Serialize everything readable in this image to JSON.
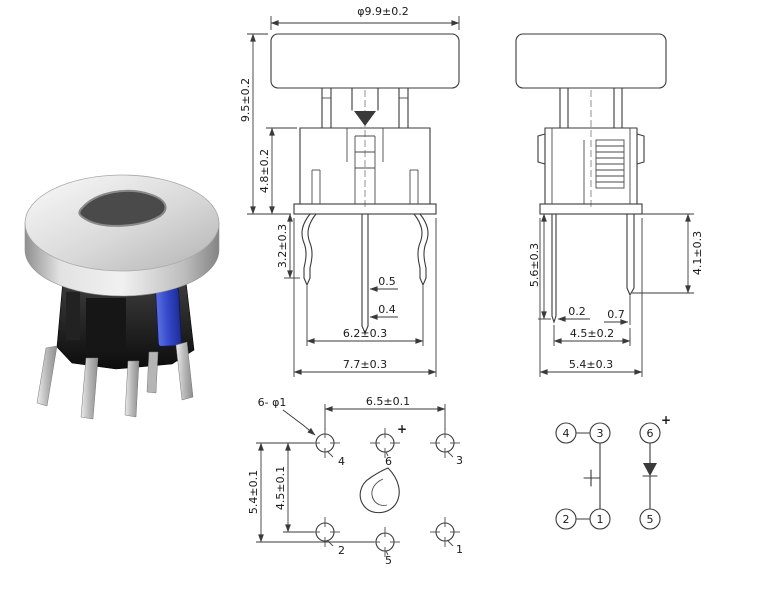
{
  "front_view": {
    "dim_cap_diameter": "φ9.9±0.2",
    "dim_total_height": "9.5±0.2",
    "dim_body_height": "4.8±0.2",
    "dim_base_height": "3.2±0.3",
    "dim_pin_width_upper": "0.5",
    "dim_pin_width_lower": "0.4",
    "dim_lead_span": "6.2±0.3",
    "dim_base_width": "7.7±0.3"
  },
  "side_view": {
    "dim_lead_length_left": "5.6±0.3",
    "dim_lead_length_right": "4.1±0.3",
    "dim_lead_thickness_left": "0.2",
    "dim_lead_thickness_right": "0.7",
    "dim_lead_pitch": "4.5±0.2",
    "dim_base_depth": "5.4±0.3"
  },
  "bottom_view": {
    "hole_callout": "6- φ1",
    "dim_pitch_x": "6.5±0.1",
    "dim_row_span_outer": "5.4±0.1",
    "dim_row_span_inner": "4.5±0.1",
    "polarity_mark": "+",
    "pins": {
      "p1": "1",
      "p2": "2",
      "p3": "3",
      "p4": "4",
      "p5": "5",
      "p6": "6"
    }
  },
  "schematic": {
    "polarity_mark": "+",
    "pins": {
      "p1": "1",
      "p2": "2",
      "p3": "3",
      "p4": "4",
      "p5": "5",
      "p6": "6"
    }
  }
}
